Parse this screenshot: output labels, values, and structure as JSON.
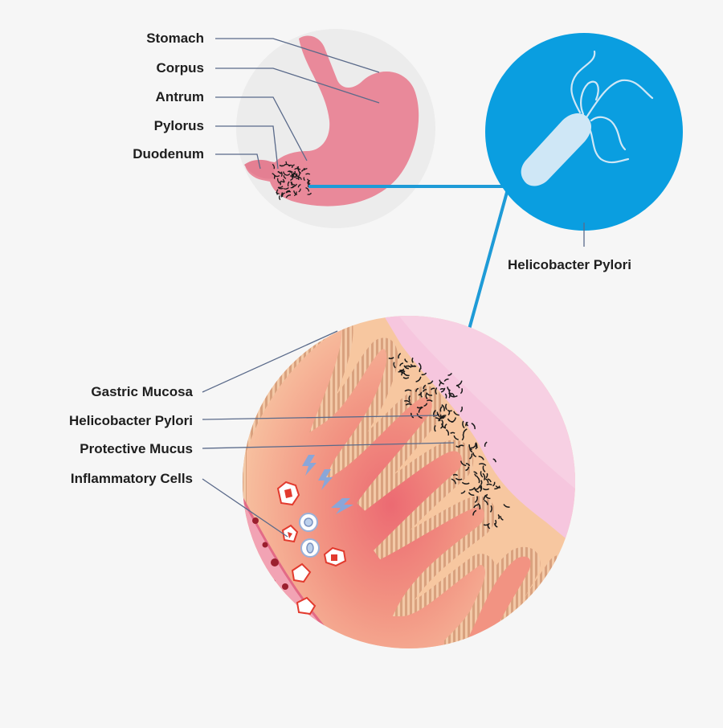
{
  "stomach_labels": {
    "stomach": "Stomach",
    "corpus": "Corpus",
    "antrum": "Antrum",
    "pylorus": "Pylorus",
    "duodenum": "Duodenum"
  },
  "bacterium_label": "Helicobacter Pylori",
  "mucosa_labels": {
    "gastric_mucosa": "Gastric Mucosa",
    "helicobacter_pylori": "Helicobacter Pylori",
    "protective_mucus": "Protective Mucus",
    "inflammatory_cells": "Inflammatory Cells"
  },
  "colors": {
    "background": "#f6f6f6",
    "stomach_pink": "#e9899a",
    "bacterium_circle": "#0a9ee0",
    "connector_blue": "#1e9bd7",
    "mucosa_peach": "#f7c7a0",
    "mucus_pink": "#f6c6de",
    "villi_core": "#ef7a7c",
    "inflammatory_red": "#e23a2e"
  }
}
